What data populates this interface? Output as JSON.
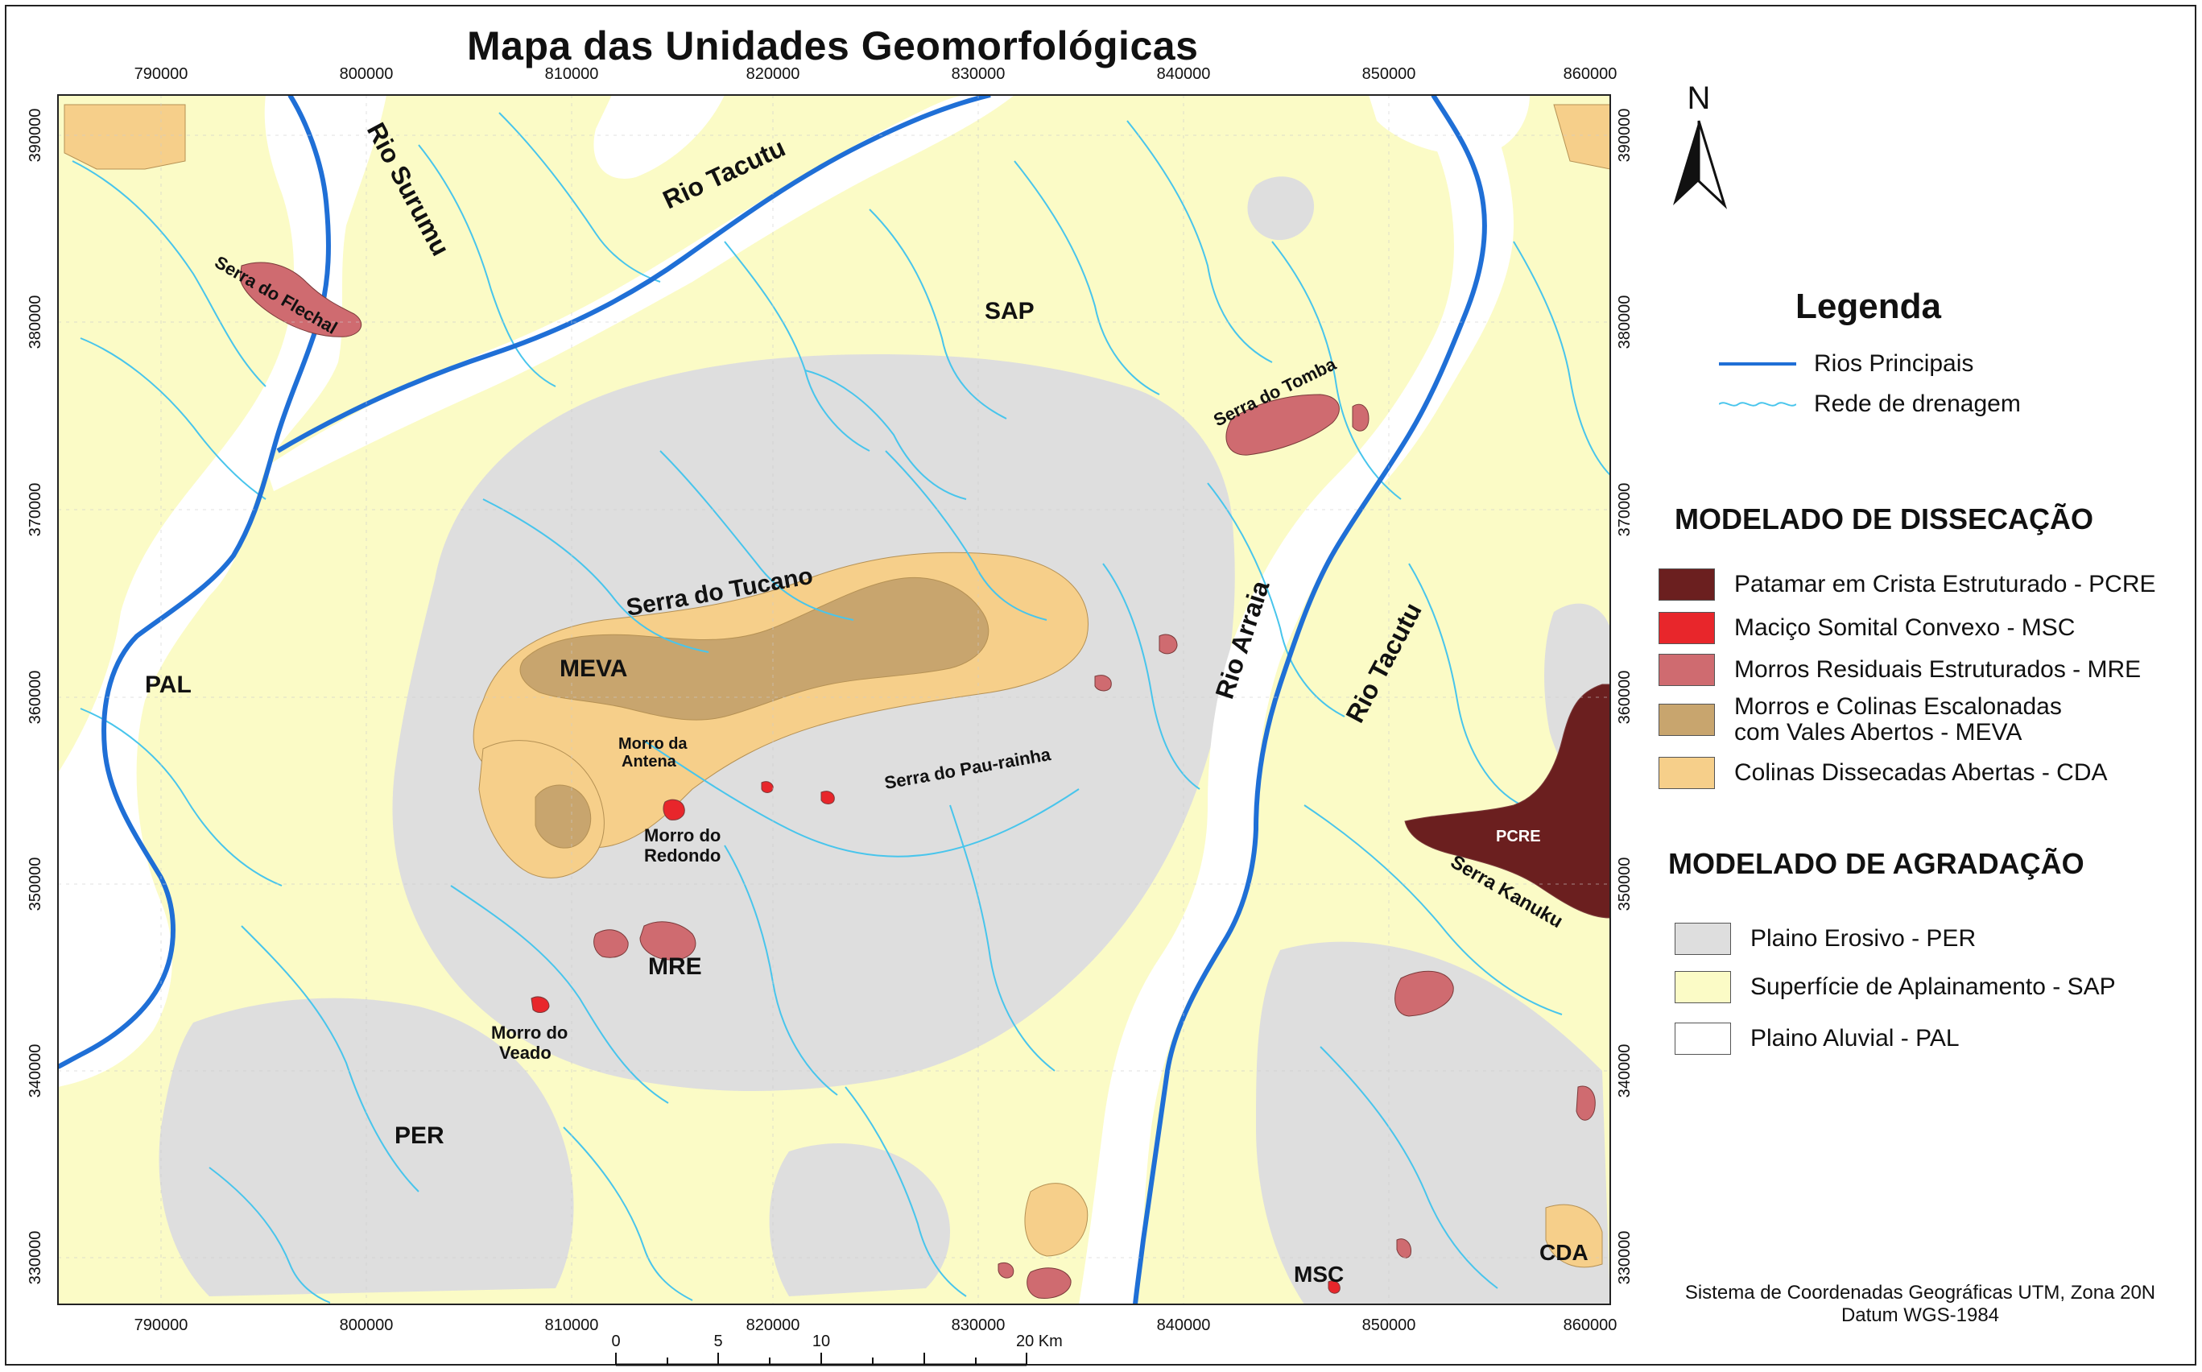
{
  "title": "Mapa das Unidades Geomorfológicas",
  "north_arrow_label": "N",
  "x_ticks": [
    "790000",
    "800000",
    "810000",
    "820000",
    "830000",
    "840000",
    "850000",
    "860000"
  ],
  "y_ticks": [
    "390000",
    "380000",
    "370000",
    "360000",
    "350000",
    "340000",
    "330000"
  ],
  "scale_bar": {
    "labels": [
      "0",
      "5",
      "10",
      "20 Km"
    ]
  },
  "colors": {
    "PCRE": "#6b1f1f",
    "MSC": "#e8262b",
    "MRE": "#cf6b70",
    "MEVA": "#c8a56e",
    "CDA": "#f6cf8a",
    "PER": "#dedede",
    "SAP": "#fbfbc6",
    "PAL": "#ffffff",
    "rios_principais": "#1f6fd6",
    "rede_drenagem": "#48c5ec"
  },
  "legend": {
    "title": "Legenda",
    "lines": [
      {
        "label": "Rios Principais"
      },
      {
        "label": "Rede de drenagem"
      }
    ],
    "disseccao": {
      "title": "MODELADO DE DISSECAÇÃO",
      "items": [
        {
          "label": "Patamar em Crista Estruturado - PCRE"
        },
        {
          "label": "Maciço Somital Convexo - MSC"
        },
        {
          "label": "Morros Residuais Estruturados - MRE"
        },
        {
          "label": "Morros e Colinas Escalonadas",
          "label2": "com Vales Abertos - MEVA"
        },
        {
          "label": "Colinas Dissecadas Abertas - CDA"
        }
      ]
    },
    "agradacao": {
      "title": "MODELADO DE AGRADAÇÃO",
      "items": [
        {
          "label": "Plaino Erosivo - PER"
        },
        {
          "label": "Superfície de Aplainamento - SAP"
        },
        {
          "label": "Plaino Aluvial - PAL"
        }
      ]
    }
  },
  "map_labels": {
    "rio_surumu": "Rio Surumu",
    "rio_tacutu_n": "Rio Tacutu",
    "rio_tacutu_e": "Rio Tacutu",
    "rio_arraia": "Rio Arraia",
    "serra_flechal": "Serra do Flechal",
    "serra_tomba": "Serra do Tomba",
    "serra_tucano": "Serra do Tucano",
    "serra_pau_rainha": "Serra do Pau-rainha",
    "serra_kanuku": "Serra Kanuku",
    "sap": "SAP",
    "pal": "PAL",
    "meva": "MEVA",
    "morro_antena_1": "Morro da",
    "morro_antena_2": "Antena",
    "morro_redondo_1": "Morro do",
    "morro_redondo_2": "Redondo",
    "mre": "MRE",
    "morro_veado_1": "Morro do",
    "morro_veado_2": "Veado",
    "per": "PER",
    "pcre": "PCRE",
    "msc": "MSC",
    "cda": "CDA"
  },
  "crs": {
    "line1": "Sistema de Coordenadas Geográficas UTM, Zona 20N",
    "line2": "Datum WGS-1984"
  }
}
